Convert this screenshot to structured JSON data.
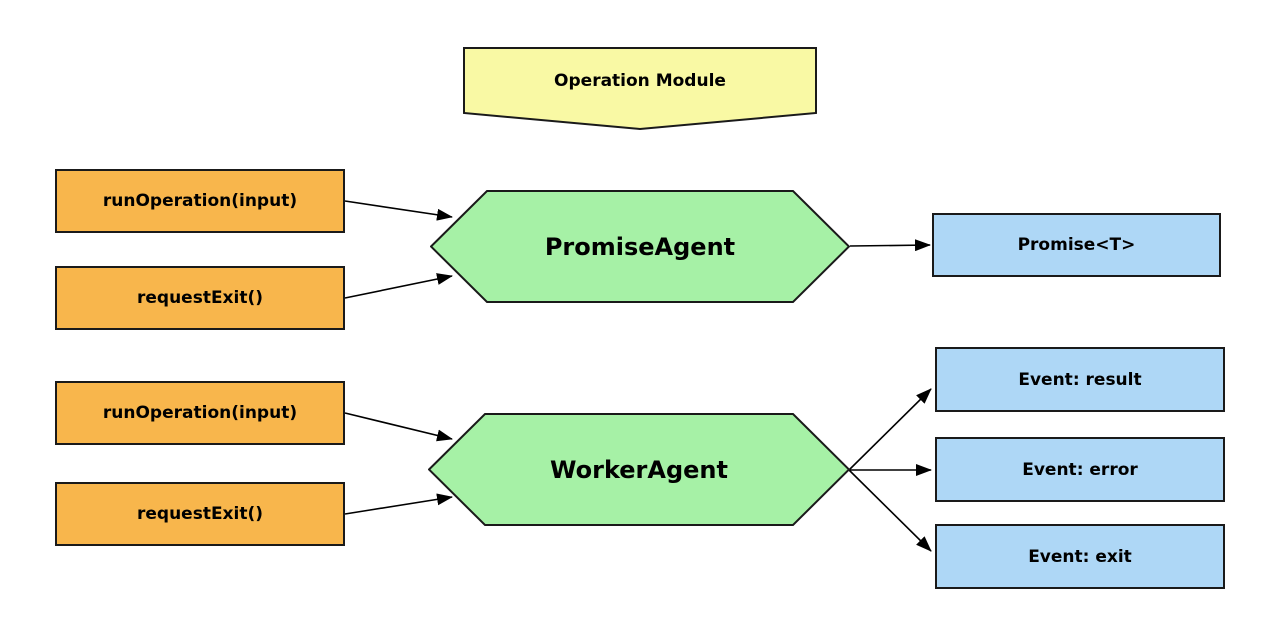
{
  "diagram": {
    "colors": {
      "module": "#F9F9A4",
      "input": "#F8B64C",
      "agent": "#A6F1A6",
      "output": "#AED7F6",
      "border": "#1a1a1a",
      "arrow": "#000000"
    },
    "title": {
      "label": "Operation Module"
    },
    "promise_flow": {
      "inputs": [
        {
          "label": "runOperation(input)"
        },
        {
          "label": "requestExit()"
        }
      ],
      "agent": {
        "label": "PromiseAgent"
      },
      "outputs": [
        {
          "label": "Promise<T>"
        }
      ]
    },
    "worker_flow": {
      "inputs": [
        {
          "label": "runOperation(input)"
        },
        {
          "label": "requestExit()"
        }
      ],
      "agent": {
        "label": "WorkerAgent"
      },
      "outputs": [
        {
          "label": "Event: result"
        },
        {
          "label": "Event: error"
        },
        {
          "label": "Event: exit"
        }
      ]
    }
  }
}
